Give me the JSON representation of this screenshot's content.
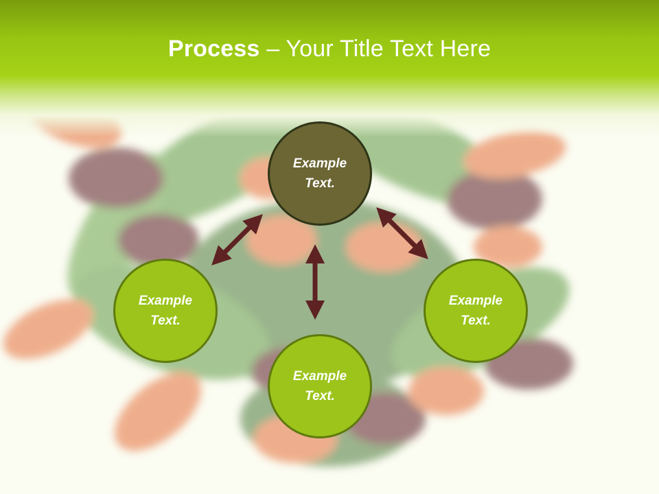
{
  "title": {
    "bold": "Process",
    "rest": " – Your Title Text Here"
  },
  "nodes": {
    "top": {
      "line1": "Example",
      "line2": "Text."
    },
    "left": {
      "line1": "Example",
      "line2": "Text."
    },
    "right": {
      "line1": "Example",
      "line2": "Text."
    },
    "bottom": {
      "line1": "Example",
      "line2": "Text."
    }
  },
  "colors": {
    "header": "#97c512",
    "center_node": "#6b6633",
    "outer_node": "#9cc41b",
    "arrow": "#5e2223"
  }
}
